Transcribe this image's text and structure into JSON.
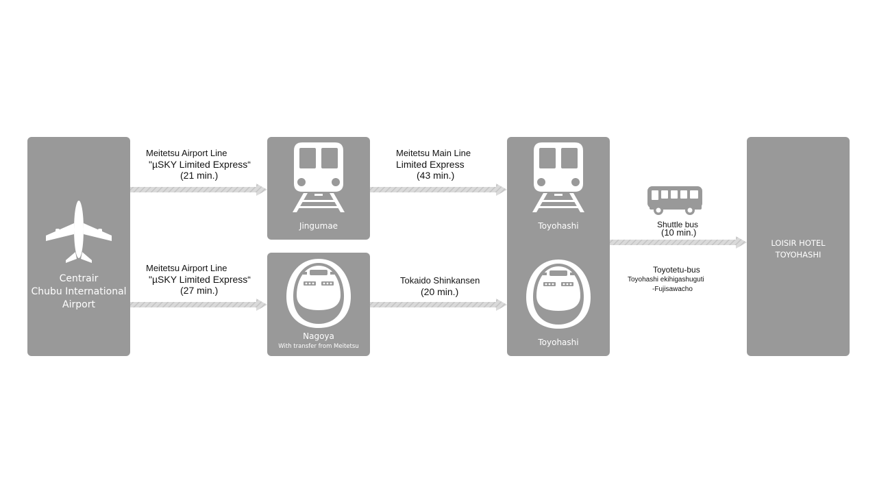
{
  "nodes": {
    "airport": {
      "name_line1": "Centrair",
      "name_line2": "Chubu International",
      "name_line3": "Airport",
      "icon": "airplane-icon"
    },
    "jingumae": {
      "name": "Jingumae",
      "icon": "train-icon"
    },
    "nagoya": {
      "name": "Nagoya",
      "note": "With transfer from Meitetsu",
      "icon": "bullet-train-icon"
    },
    "toyohashi_meitetsu": {
      "name": "Toyohashi",
      "icon": "train-icon"
    },
    "toyohashi_shinkansen": {
      "name": "Toyohashi",
      "icon": "bullet-train-icon"
    },
    "hotel": {
      "name_line1": "LOISIR HOTEL",
      "name_line2": "TOYOHASHI"
    }
  },
  "routes": {
    "airport_to_jingumae": {
      "line1": "Meitetsu Airport Line",
      "line2": "\"µSKY Limited Express“",
      "duration": "(21 min.)"
    },
    "airport_to_nagoya": {
      "line1": "Meitetsu Airport Line",
      "line2": "\"µSKY Limited Express“",
      "duration": "(27 min.)"
    },
    "jingumae_to_toyohashi": {
      "line1": "Meitetsu Main Line",
      "line2": "Limited Express",
      "duration": "(43 min.)"
    },
    "nagoya_to_toyohashi": {
      "line1": "Tokaido Shinkansen",
      "duration": "(20 min.)"
    },
    "toyohashi_to_hotel": {
      "mode": "Shuttle bus",
      "duration": "(10 min.)",
      "icon": "bus-icon",
      "alt_mode": "Toyotetu-bus",
      "alt_stop1": "Toyohashi ekihigashuguti",
      "alt_stop2": "-Fujisawacho"
    }
  },
  "colors": {
    "box": "#999999",
    "arrow": "#d0d0d0",
    "box_text": "#ffffff",
    "label_text": "#111111",
    "icon": "#ffffff",
    "bus_icon": "#999999"
  }
}
